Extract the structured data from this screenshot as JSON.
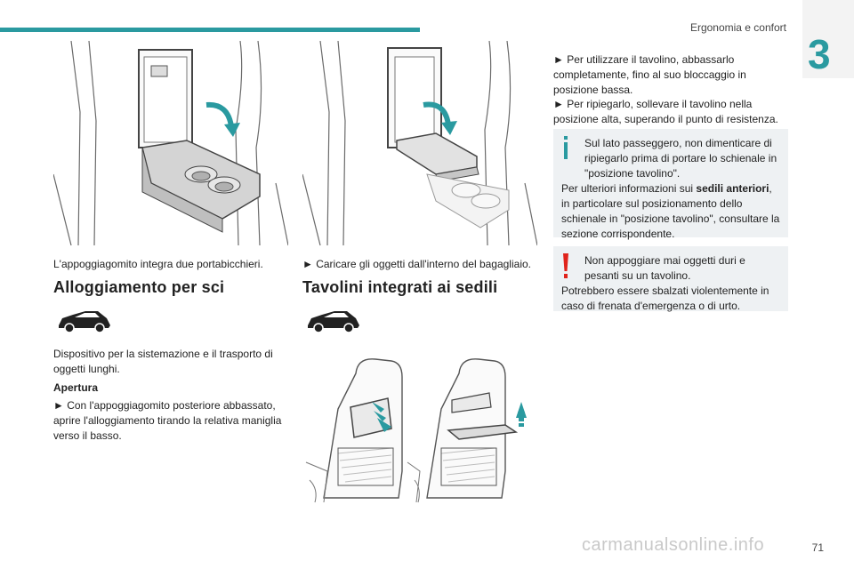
{
  "header": {
    "section_title": "Ergonomia e confort",
    "chapter_number": "3",
    "accent_color": "#2a9aa0"
  },
  "column1": {
    "caption": "L'appoggiagomito integra due portabicchieri.",
    "heading": "Alloggiamento per sci",
    "paragraph": "Dispositivo per la sistemazione e il trasporto di oggetti lunghi.",
    "subheading": "Apertura",
    "step": "► Con l'appoggiagomito posteriore abbassato, aprire l'alloggiamento tirando la relativa maniglia verso il basso."
  },
  "column2": {
    "caption": "► Caricare gli oggetti dall'interno del bagagliaio.",
    "heading": "Tavolini integrati ai sedili"
  },
  "column3": {
    "step1": "► Per utilizzare il tavolino, abbassarlo completamente, fino al suo bloccaggio in posizione bassa.",
    "step2": "► Per ripiegarlo, sollevare il tavolino nella posizione alta, superando il punto di resistenza.",
    "info": {
      "icon": "info-icon",
      "line1": "Sul lato passeggero, non dimenticare di ripiegarlo prima di portare lo schienale in \"posizione tavolino\".",
      "line2_pre": "Per ulteriori informazioni sui ",
      "line2_bold": "sedili anteriori",
      "line2_post": ", in particolare sul posizionamento dello schienale in \"posizione tavolino\", consultare la sezione corrispondente."
    },
    "warning": {
      "icon": "warning-icon",
      "line1": "Non appoggiare mai oggetti duri e pesanti su un tavolino.",
      "line2": "Potrebbero essere sbalzati violentemente in caso di frenata d'emergenza o di urto."
    }
  },
  "footer": {
    "page_number": "71",
    "watermark": "carmanualsonline.info"
  }
}
